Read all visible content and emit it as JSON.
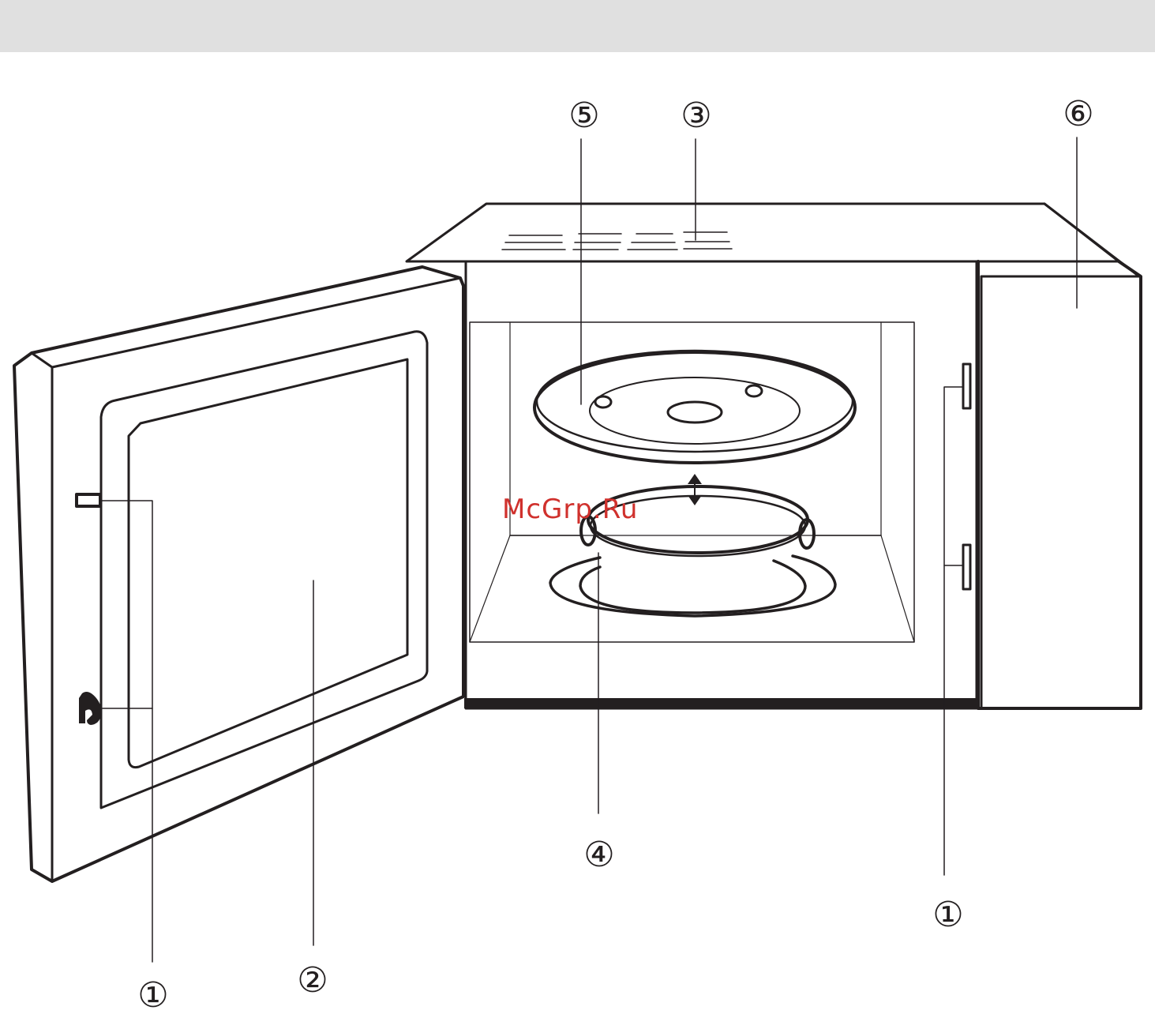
{
  "header": {
    "bar_color": "#e0e0e0"
  },
  "colors": {
    "line": "#231f20",
    "watermark": "#d0312d",
    "background": "#ffffff"
  },
  "watermark": {
    "text": "McGrp.Ru"
  },
  "callouts": {
    "door_latch_left": "①",
    "door_window": "②",
    "waveguide_cover": "③",
    "roller_ring": "④",
    "glass_tray": "⑤",
    "control_panel": "⑥",
    "door_latch_right": "①"
  }
}
